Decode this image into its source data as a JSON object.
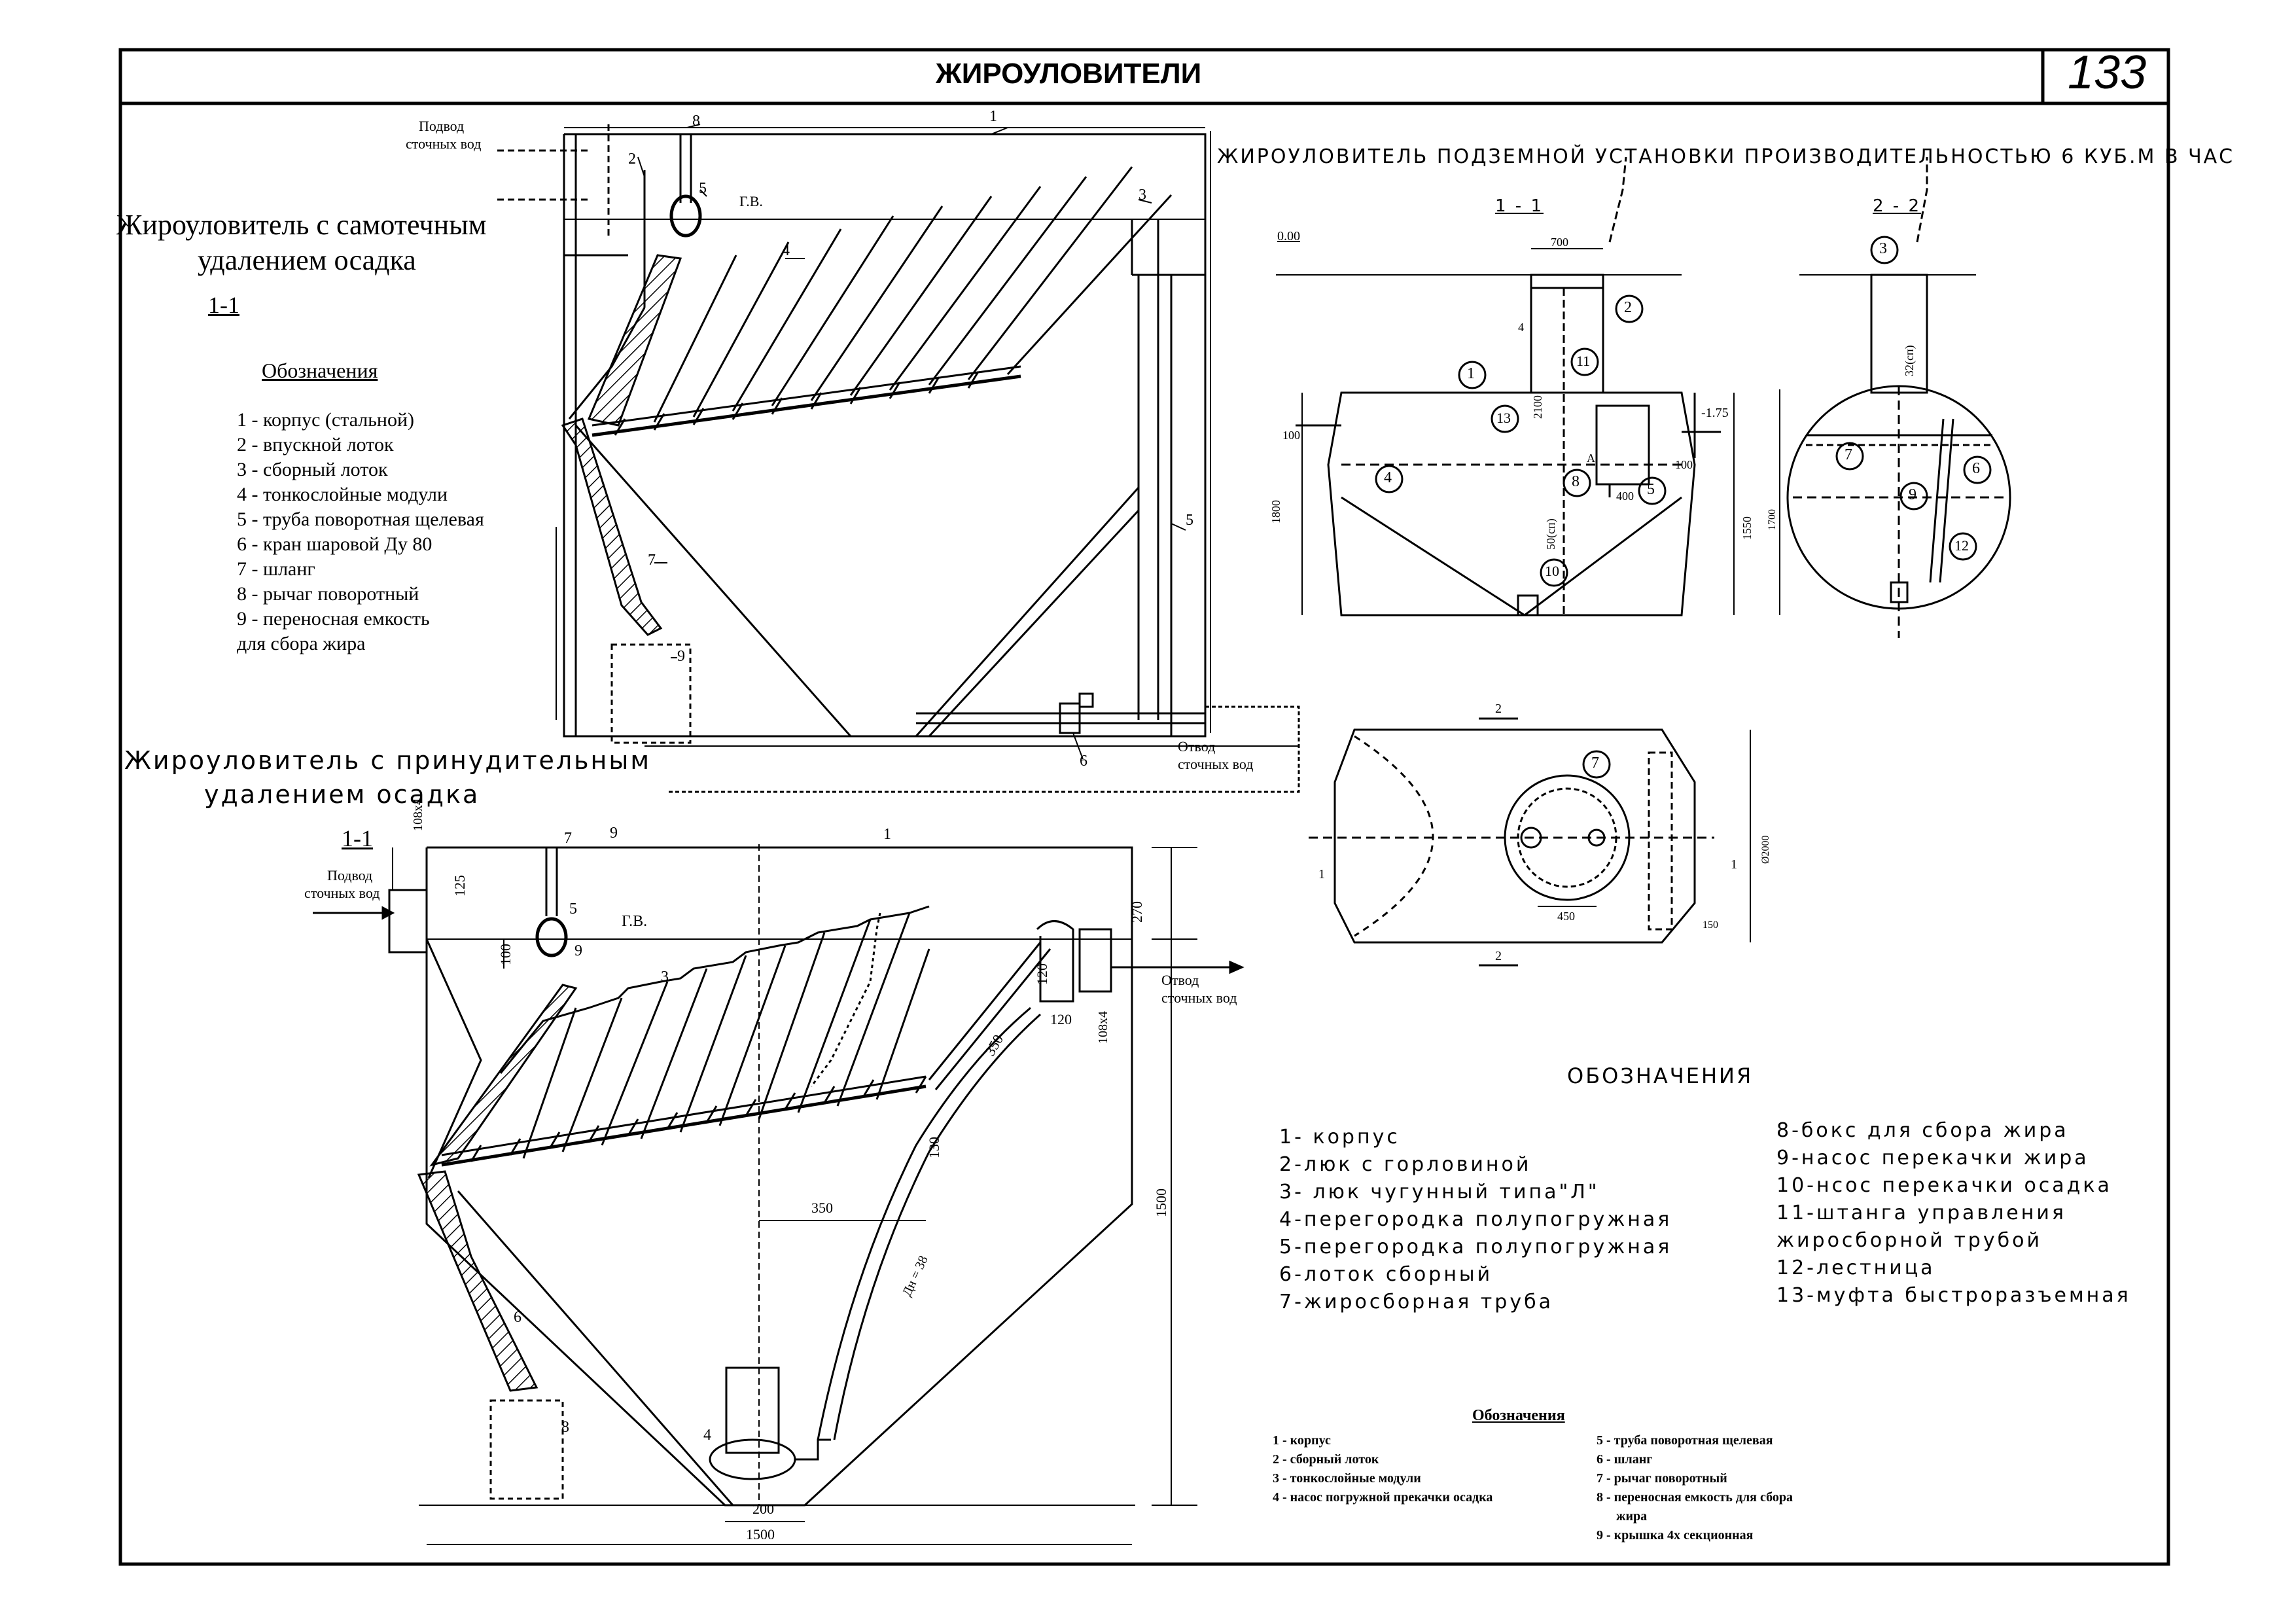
{
  "sheet": {
    "header_title": "ЖИРОУЛОВИТЕЛИ",
    "page_number": "133"
  },
  "gravity": {
    "title_line1": "Жироуловитель с самотечным",
    "title_line2": "удалением осадка",
    "section": "1-1",
    "inlet_label_1": "Подвод",
    "inlet_label_2": "сточных вод",
    "outlet_label_1": "Отвод",
    "outlet_label_2": "сточных вод",
    "water_level": "Г.В.",
    "legend_title": "Обозначения",
    "legend": [
      "1 - корпус (стальной)",
      "2 - впускной лоток",
      "3 - сборный лоток",
      "4 - тонкослойные модули",
      "5 - труба поворотная щелевая",
      "6 - кран шаровой Ду 80",
      "7 - шланг",
      "8 - рычаг поворотный",
      "9 - переносная емкость",
      "для сбора жира"
    ],
    "callouts": [
      "1",
      "2",
      "3",
      "4",
      "5",
      "5",
      "6",
      "7",
      "8",
      "9"
    ]
  },
  "forced": {
    "title_line1": "Жироуловитель с принудительным",
    "title_line2": "удалением осадка",
    "section": "1-1",
    "inlet_label_1": "Подвод",
    "inlet_label_2": "сточных вод",
    "outlet_label_1": "Отвод",
    "outlet_label_2": "сточных вод",
    "water_level": "Г.В.",
    "dims": [
      "108х4",
      "125",
      "100",
      "270",
      "120",
      "120",
      "108х4",
      "350",
      "130",
      "350",
      "Дн = 38",
      "1500",
      "200",
      "1500"
    ],
    "callouts": [
      "1",
      "9",
      "7",
      "5",
      "9",
      "3",
      "6",
      "8",
      "4"
    ],
    "legend_title": "Обозначения",
    "legend_left": [
      "1 - корпус",
      "2 - сборный лоток",
      "3 - тонкослойные модули",
      "4 - насос погружной прекачки осадка"
    ],
    "legend_right": [
      "5 - труба поворотная щелевая",
      "6 - шланг",
      "7 - рычаг поворотный",
      "8 - переносная емкость для сбора",
      "жира",
      "9 - крышка 4х секционная"
    ]
  },
  "underground": {
    "title": "ЖИРОУЛОВИТЕЛЬ ПОДЗЕМНОЙ УСТАНОВКИ ПРОИЗВОДИТЕЛЬНОСТЬЮ 6 КУБ.М В ЧАС",
    "section_1": "1 - 1",
    "section_2": "2 - 2",
    "level_0": "0.00",
    "level_1": "-1.75",
    "dims": [
      "700",
      "4",
      "2100",
      "100",
      "1800",
      "50(сп)",
      "A",
      "400",
      "100",
      "1550",
      "32(сп)",
      "1700",
      "450",
      "Ø2000",
      "150",
      "2",
      "1",
      "2",
      "2",
      "1"
    ],
    "callouts": [
      "1",
      "2",
      "3",
      "4",
      "5",
      "6",
      "7",
      "7",
      "8",
      "9",
      "10",
      "11",
      "12",
      "13"
    ],
    "legend_title": "ОБОЗНАЧЕНИЯ",
    "legend_left": [
      "1- корпус",
      "2-люк с горловиной",
      "3- люк чугунный типа\"Л\"",
      "4-перегородка полупогружная",
      "5-перегородка полупогружная",
      "6-лоток сборный",
      "7-жиросборная труба"
    ],
    "legend_right": [
      "8-бокс для сбора жира",
      "9-насос перекачки жира",
      "10-нсос перекачки осадка",
      "11-штанга управления",
      "жиросборной трубой",
      "12-лестница",
      "13-муфта быстроразъемная"
    ]
  }
}
